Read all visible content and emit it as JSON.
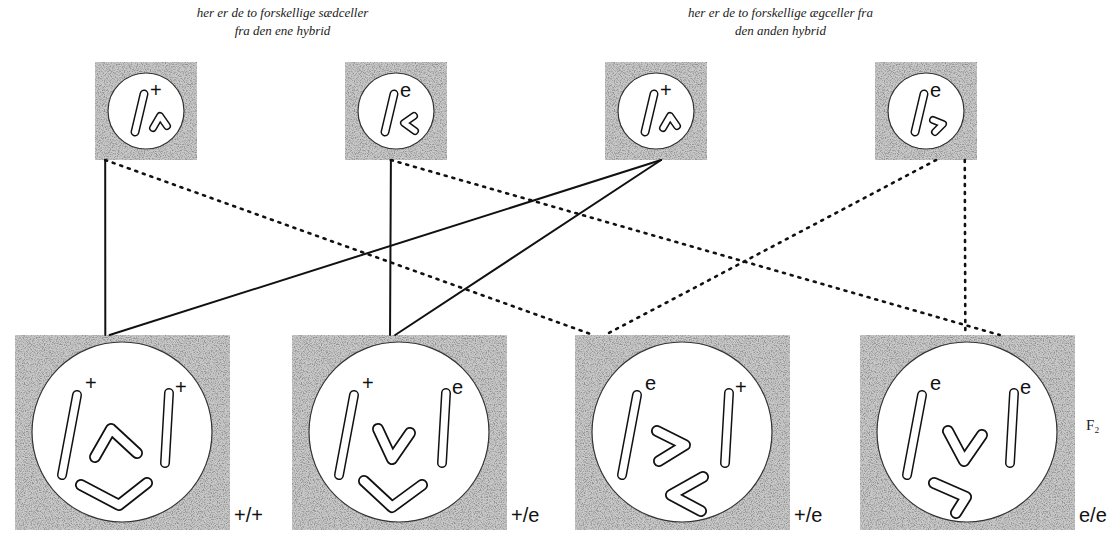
{
  "diagram": {
    "nodes": [
      {
        "text": [
          "+"
        ]
      },
      {
        "text": [
          "e"
        ]
      },
      {
        "text": [
          "+"
        ]
      },
      {
        "text": [
          "e"
        ]
      },
      {
        "text": [
          "+",
          "+",
          "+/+"
        ]
      },
      {
        "text": [
          "+",
          "e",
          "+/e"
        ]
      },
      {
        "text": [
          "e",
          "+",
          "+/e"
        ]
      },
      {
        "text": [
          "e",
          "e",
          "e/e"
        ]
      }
    ],
    "edges": [
      {
        "from": 0,
        "to": 4,
        "arrow": "none"
      },
      {
        "from": 0,
        "to": 6,
        "arrow": "none"
      },
      {
        "from": 1,
        "to": 5,
        "arrow": "none"
      },
      {
        "from": 1,
        "to": 7,
        "arrow": "none"
      },
      {
        "from": 2,
        "to": 4,
        "arrow": "none"
      },
      {
        "from": 2,
        "to": 5,
        "arrow": "none"
      },
      {
        "from": 3,
        "to": 6,
        "arrow": "none"
      },
      {
        "from": 3,
        "to": 7,
        "arrow": "none"
      }
    ],
    "labels": [
      "her er de to forskellige sædceller fra den ene hybrid",
      "her er de to forskellige ægceller fra den anden hybrid",
      "F₂"
    ]
  }
}
